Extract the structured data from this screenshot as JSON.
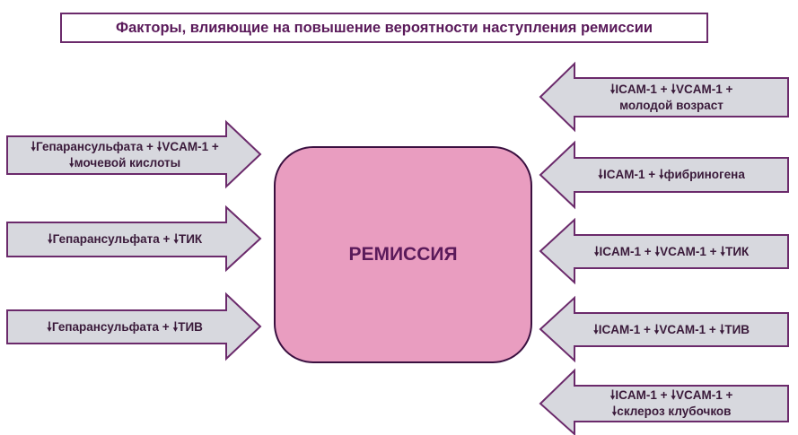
{
  "title": "Факторы, влияющие на повышение вероятности наступления ремиссии",
  "center": "РЕМИССИЯ",
  "colors": {
    "arrow_fill": "#d7d8de",
    "arrow_stroke": "#6b2a6b",
    "center_fill": "#e99dc0",
    "text": "#5a1a5a"
  },
  "left_factors": [
    {
      "line1": "🠗Гепарансульфата + 🠗VCAM-1 +",
      "line2": "🠗мочевой кислоты"
    },
    {
      "line1": "🠗Гепарансульфата + 🠗ТИК",
      "line2": ""
    },
    {
      "line1": "🠗Гепарансульфата + 🠗ТИВ",
      "line2": ""
    }
  ],
  "right_factors": [
    {
      "line1": "🠗ICAM-1 + 🠗VCAM-1 +",
      "line2": "молодой возраст"
    },
    {
      "line1": "🠗ICAM-1 + 🠗фибриногена",
      "line2": ""
    },
    {
      "line1": "🠗ICAM-1 + 🠗VCAM-1 + 🠗ТИК",
      "line2": ""
    },
    {
      "line1": "🠗ICAM-1 + 🠗VCAM-1 + 🠗ТИВ",
      "line2": ""
    },
    {
      "line1": "🠗ICAM-1 + 🠗VCAM-1 +",
      "line2": "🠗склероз клубочков"
    }
  ]
}
